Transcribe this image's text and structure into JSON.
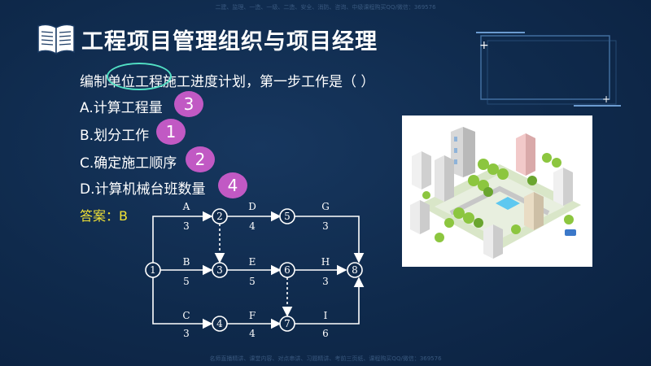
{
  "watermark_top": "二建、监理、一造、一级、二造、安全、消防、咨询、中级课程购买QQ/微信：369576",
  "watermark_bottom": "名师直播精讲、课堂内容、对点串讲、习题精讲、考前三页纸、课程购买QQ/微信：369576",
  "title": "工程项目管理组织与项目经理",
  "question": "编制单位工程施工进度计划，第一步工作是（    ）",
  "options": [
    {
      "label": "A.计算工程量",
      "badge": "3"
    },
    {
      "label": "B.划分工作",
      "badge": "1"
    },
    {
      "label": "C.确定施工顺序",
      "badge": "2"
    },
    {
      "label": "D.计算机械台班数量",
      "badge": "4"
    }
  ],
  "answer": "答案：B",
  "network": {
    "nodes": [
      "1",
      "2",
      "3",
      "4",
      "5",
      "6",
      "7",
      "8"
    ],
    "activities": [
      {
        "name": "A",
        "duration": "3"
      },
      {
        "name": "B",
        "duration": "5"
      },
      {
        "name": "C",
        "duration": "3"
      },
      {
        "name": "D",
        "duration": "4"
      },
      {
        "name": "E",
        "duration": "5"
      },
      {
        "name": "F",
        "duration": "4"
      },
      {
        "name": "G",
        "duration": "3"
      },
      {
        "name": "H",
        "duration": "3"
      },
      {
        "name": "I",
        "duration": "6"
      }
    ]
  },
  "colors": {
    "background": "#0f2a4c",
    "badge": "#c159c4",
    "answer": "#f2e335",
    "highlight_circle": "#52e0c4"
  },
  "icons": {
    "title": "open-book-icon",
    "illustration": "isometric-city-illustration"
  }
}
